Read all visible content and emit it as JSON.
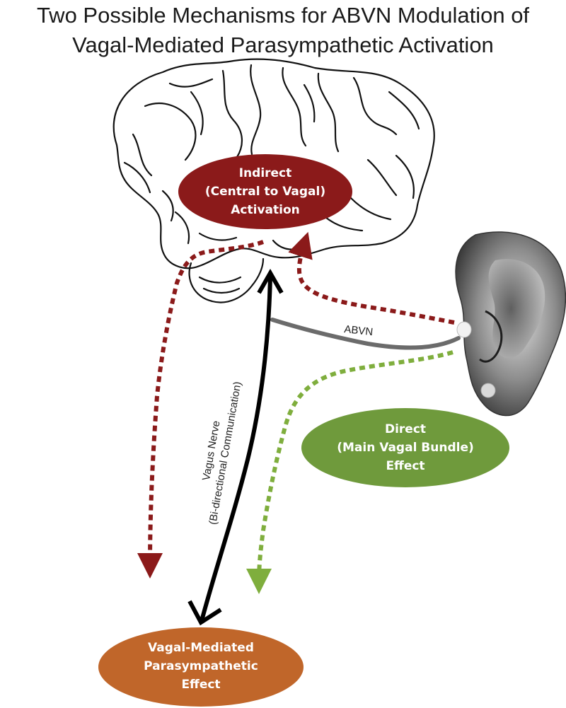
{
  "title": {
    "line1": "Two Possible Mechanisms for ABVN Modulation of",
    "line2": "Vagal-Mediated Parasympathetic Activation"
  },
  "indirect": {
    "line1": "Indirect",
    "line2": "(Central to Vagal)",
    "line3": "Activation",
    "color": "#8b1a1a"
  },
  "direct": {
    "line1": "Direct",
    "line2": "(Main Vagal Bundle)",
    "line3": "Effect",
    "color": "#6f9a3c"
  },
  "effect": {
    "line1": "Vagal-Mediated",
    "line2": "Parasympathetic",
    "line3": "Effect",
    "color": "#c0662a"
  },
  "vagus": {
    "line1": "Vagus Nerve",
    "line2": "(Bi-directional Communication)"
  },
  "abvn_label": "ABVN",
  "colors": {
    "red_dashed": "#8b1a1a",
    "green_dashed": "#7fae3d",
    "black_arrow": "#000000",
    "abvn_line": "#6b6b6b"
  }
}
